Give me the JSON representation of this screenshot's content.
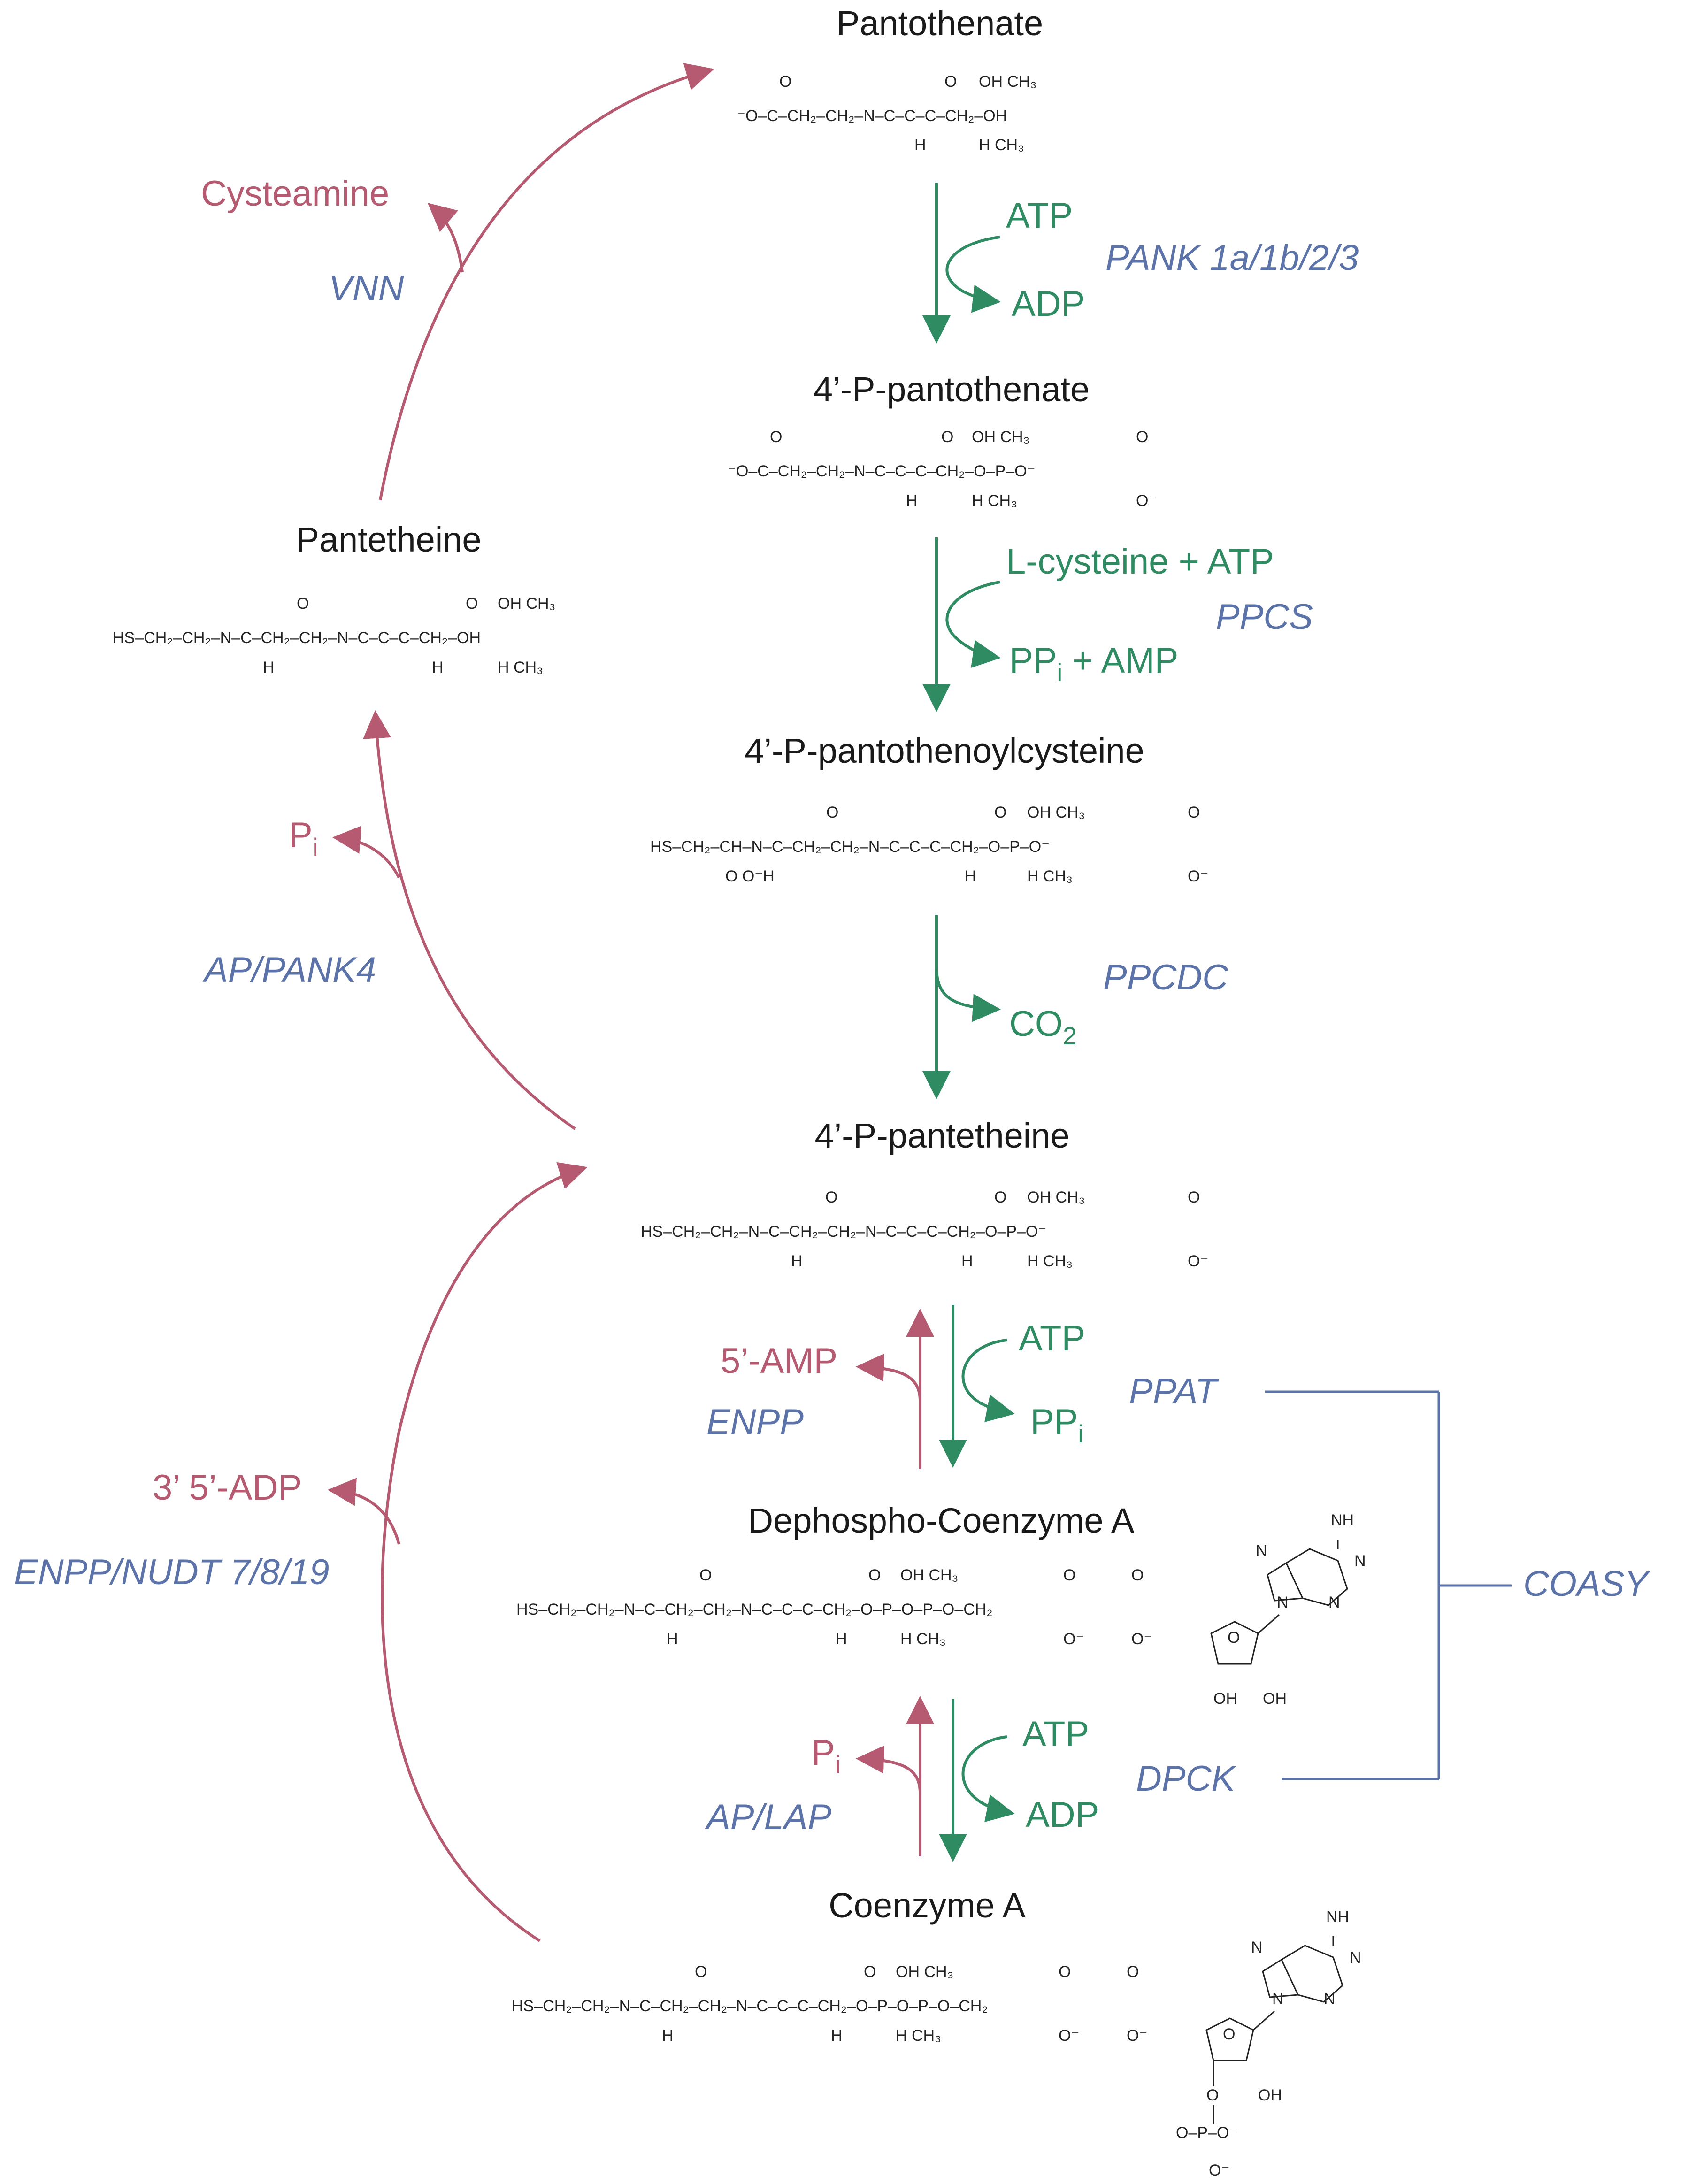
{
  "metabolites": {
    "pantothenate": "Pantothenate",
    "p_pantothenate": "4’-P-pantothenate",
    "pantetheine": "Pantetheine",
    "p_pantothenoylcysteine": "4’-P-pantothenoylcysteine",
    "p_pantetheine": "4’-P-pantetheine",
    "dephospho_coa": "Dephospho-Coenzyme A",
    "coa": "Coenzyme A"
  },
  "cofactors": {
    "atp": "ATP",
    "adp": "ADP",
    "lcys_atp": "L-cysteine + ATP",
    "ppi_main": "PP",
    "ppi_sub": "i",
    "amp_tail": "+ AMP",
    "co2_main": "CO",
    "co2_sub": "2",
    "pi_main": "P",
    "pi_sub": "i"
  },
  "enzymes": {
    "pank": "PANK 1a/1b/2/3",
    "ppcs": "PPCS",
    "ppcdc": "PPCDC",
    "ppat": "PPAT",
    "dpck": "DPCK",
    "coasy": "COASY",
    "vnn": "VNN",
    "ap_pank4": "AP/PANK4",
    "enpp": "ENPP",
    "enpp_nudt": "ENPP/NUDT 7/8/19",
    "ap_lap": "AP/LAP"
  },
  "degradation_products": {
    "cysteamine": "Cysteamine",
    "amp5": "5’-AMP",
    "adp35": "3’ 5’-ADP"
  },
  "structures": {
    "pantothenate": "⁻O–C(=O)–CH₂–CH₂–NH–C(=O)–CH(OH)–C(CH₃)₂–CH₂–OH",
    "p_pantothenate": "⁻O–C(=O)–CH₂–CH₂–NH–C(=O)–CH(OH)–C(CH₃)₂–CH₂–O–PO₃²⁻",
    "pantetheine": "HS–CH₂–CH₂–NH–C(=O)–CH₂–CH₂–NH–C(=O)–CH(OH)–C(CH₃)₂–CH₂–OH",
    "p_pantothenoylcysteine": "HS–CH₂–CH(COO⁻)–NH–C(=O)–CH₂–CH₂–NH–C(=O)–CH(OH)–C(CH₃)₂–CH₂–O–PO₃²⁻",
    "p_pantetheine": "HS–CH₂–CH₂–NH–C(=O)–CH₂–CH₂–NH–C(=O)–CH(OH)–C(CH₃)₂–CH₂–O–PO₃²⁻",
    "dephospho_coa": "HS–CH₂–CH₂–NH–C(=O)–CH₂–CH₂–NH–C(=O)–CH(OH)–C(CH₃)₂–CH₂–O–P–O–P–O–CH₂ (adenosine)",
    "coa": "HS–CH₂–CH₂–NH–C(=O)–CH₂–CH₂–NH–C(=O)–CH(OH)–C(CH₃)₂–CH₂–O–P–O–P–O–CH₂ (3’-phospho-adenosine)"
  },
  "colors": {
    "synthesis": "#2e8b62",
    "degradation": "#b55a70",
    "enzyme": "#5b73a8",
    "text": "#1a1a1a"
  }
}
